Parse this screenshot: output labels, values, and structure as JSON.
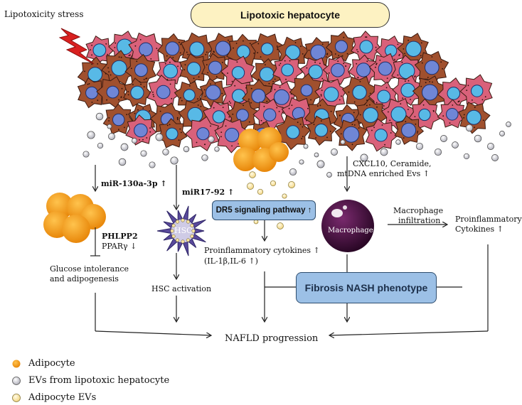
{
  "header": {
    "title": "Lipotoxic hepatocyte"
  },
  "stress_label": "Lipotoxicity stress",
  "left_branch": {
    "mirna": "miR-130a-3p ↑",
    "targets_line1": "PHLPP2",
    "targets_line2": "PPARγ ↓",
    "outcome_line1": "Glucose intolerance",
    "outcome_line2": "and adipogenesis"
  },
  "hsc_branch": {
    "mirna": "miR17-92 ↑",
    "cell_label": "HSC",
    "outcome": "HSC activation"
  },
  "adipocyte_branch": {
    "pathway": "DR5 signaling pathway ↑",
    "cytokines_line1": "Proinflammatory cytokines ↑",
    "cytokines_line2": "(IL-1β,IL-6 ↑)"
  },
  "macrophage_branch": {
    "evs_line1": "CXCL10, Ceramide,",
    "evs_line2": "mtDNA enriched Evs ↑",
    "cell_label": "Macrophage",
    "infiltration_line1": "Macrophage",
    "infiltration_line2": "infiltration",
    "cytokines_line1": "Proinflammatory",
    "cytokines_line2": "Cytokines ↑"
  },
  "phenotype_box": "Fibrosis NASH phenotype",
  "final_outcome": "NAFLD progression",
  "legend": [
    {
      "label": "Adipocyte",
      "color": "#f39a14"
    },
    {
      "label": "EVs from lipotoxic hepatocyte",
      "color": "#c9c9d2"
    },
    {
      "label": "Adipocyte EVs",
      "color": "#fbe8a6"
    }
  ],
  "colors": {
    "hepatocyte_brown": "#a0502e",
    "hepatocyte_pink": "#d9617a",
    "nucleus_blue": "#58b9e6",
    "adipocyte": "#f39a14",
    "macrophage": "#4a1240",
    "hsc": "#5a4a9c",
    "box_fill": "#9cc0e6"
  }
}
